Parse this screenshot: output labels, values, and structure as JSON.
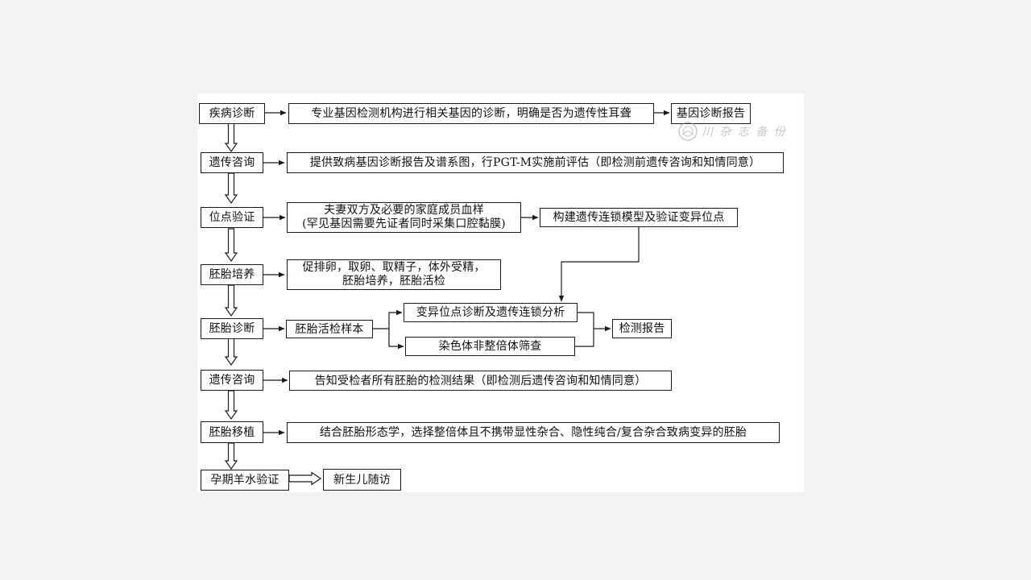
{
  "steps": {
    "disease_diagnosis": "疾病诊断",
    "genetic_counseling_1": "遗传咨询",
    "locus_verification": "位点验证",
    "embryo_culture": "胚胎培养",
    "embryo_diagnosis": "胚胎诊断",
    "genetic_counseling_2": "遗传咨询",
    "embryo_transfer": "胚胎移植",
    "amniotic_verification": "孕期羊水验证"
  },
  "details": {
    "gene_testing": "专业基因检测机构进行相关基因的诊断，明确是否为遗传性耳聋",
    "gene_report": "基因诊断报告",
    "pre_test_counseling": "提供致病基因诊断报告及谱系图，行PGT-M实施前评估（即检测前遗传咨询和知情同意）",
    "blood_sample_line1": "夫妻双方及必要的家庭成员血样",
    "blood_sample_line2": "(罕见基因需要先证者同时采集口腔黏膜)",
    "linkage_model": "构建遗传连锁模型及验证变异位点",
    "ivf_line1": "促排卵，取卵、取精子，体外受精，",
    "ivf_line2": "胚胎培养，胚胎活检",
    "biopsy_sample": "胚胎活检样本",
    "variant_linkage_analysis": "变异位点诊断及遗传连锁分析",
    "aneuploidy_screening": "染色体非整倍体筛查",
    "test_report": "检测报告",
    "post_test_counseling": "告知受检者所有胚胎的检测结果（即检测后遗传咨询和知情同意）",
    "transfer_selection": "结合胚胎形态学，选择整倍体且不携带显性杂合、隐性纯合/复合杂合致病变异的胚胎",
    "newborn_followup": "新生儿随访"
  },
  "watermark": "川 杂 志 备 份"
}
